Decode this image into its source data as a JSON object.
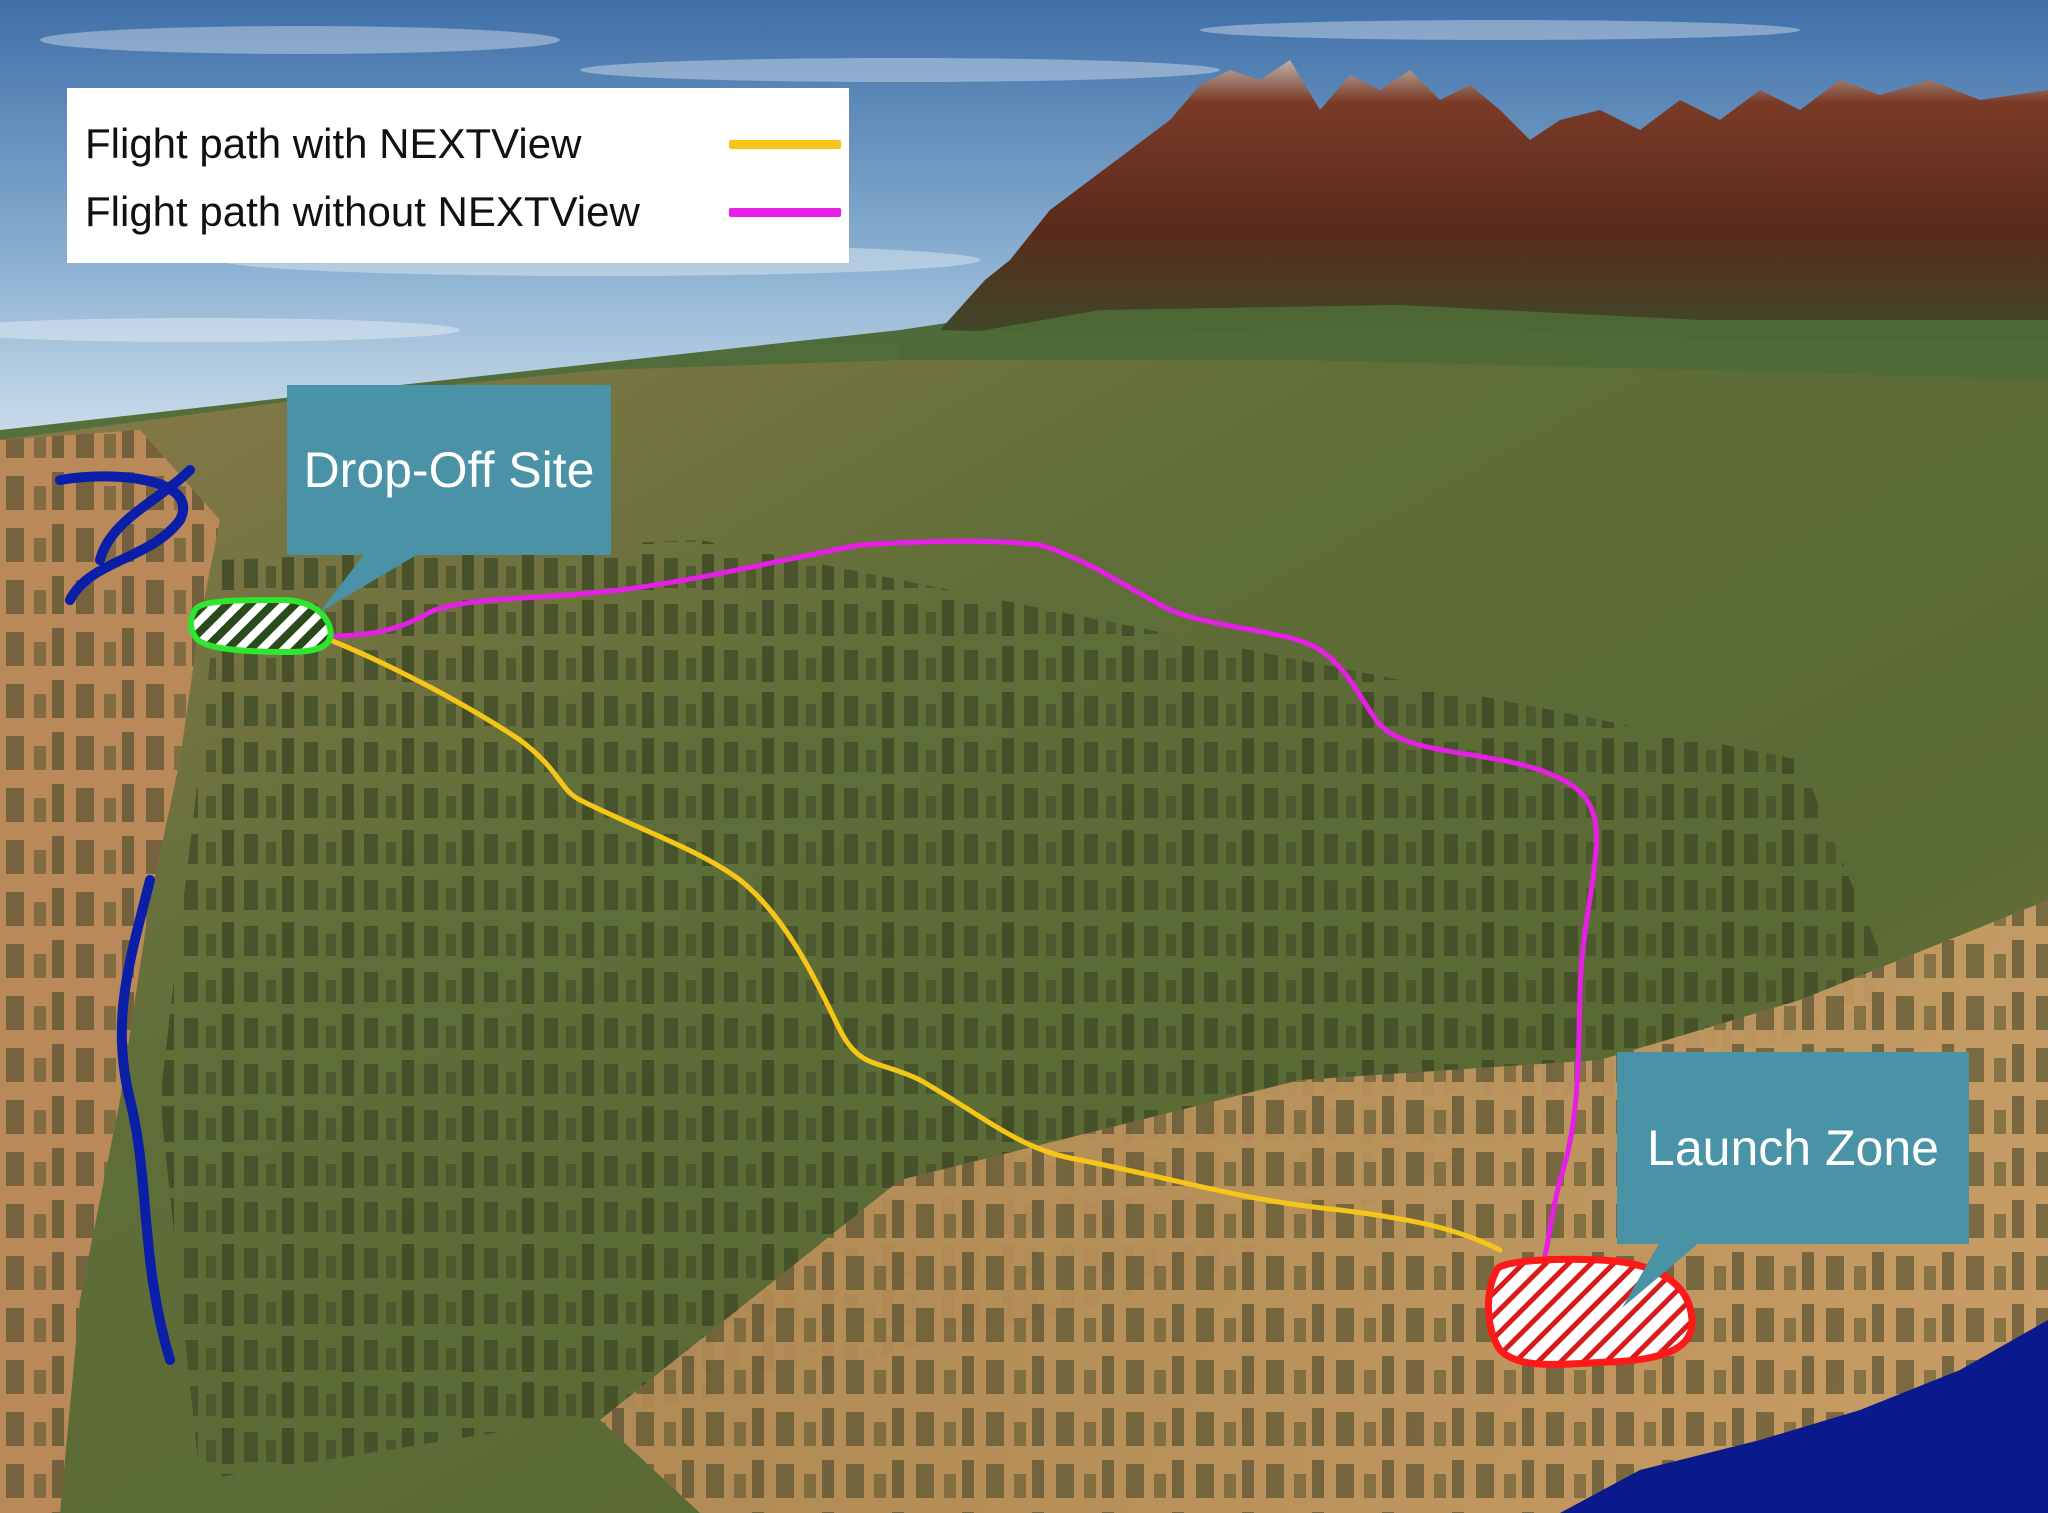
{
  "legend": {
    "items": [
      {
        "label": "Flight path with NEXTView",
        "color": "#f5c518"
      },
      {
        "label": "Flight path without NEXTView",
        "color": "#e61ee6"
      }
    ]
  },
  "callouts": {
    "drop_off": {
      "label": "Drop-Off Site",
      "color": "#4a93a6"
    },
    "launch": {
      "label": "Launch Zone",
      "color": "#4a93a6"
    }
  },
  "zones": {
    "drop_off_color": "#2ee62e",
    "launch_color": "#ff1a1a"
  },
  "colors": {
    "sky_top": "#3f6fa8",
    "sky_horizon": "#cfe0ee",
    "terrain_green": "#5a6a35",
    "terrain_tan": "#c99a62",
    "mountain": "#6e3424",
    "water": "#0a1a8c"
  }
}
